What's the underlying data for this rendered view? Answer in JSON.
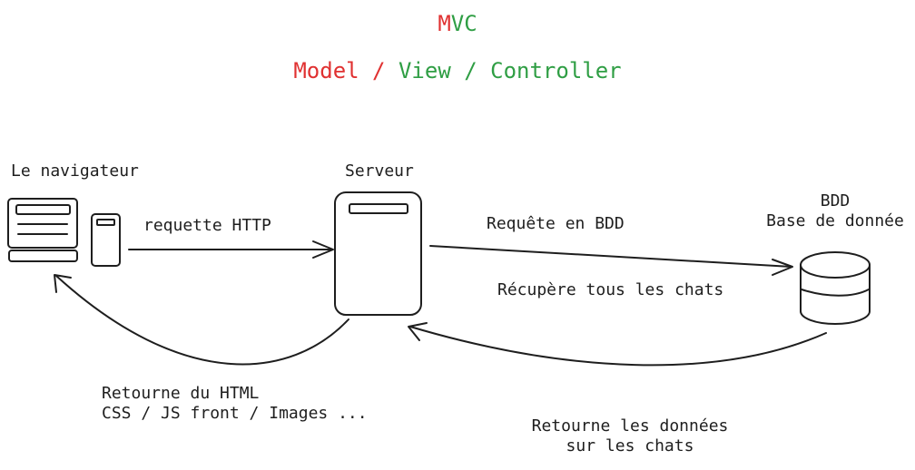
{
  "title": {
    "mvc_m": "M",
    "mvc_vc": "VC",
    "model": "Model",
    "sep1": " / ",
    "view": "View",
    "sep2": " / ",
    "controller": "Controller"
  },
  "nodes": {
    "browser": {
      "label": "Le navigateur"
    },
    "server": {
      "label": "Serveur"
    },
    "database": {
      "label_line1": "BDD",
      "label_line2": "Base de donnée"
    }
  },
  "edges": {
    "http_request": {
      "label": "requette HTTP"
    },
    "db_query": {
      "label": "Requête en BDD"
    },
    "fetch_cats": {
      "label": "Récupère tous les chats"
    },
    "return_html": {
      "label_line1": "Retourne du HTML",
      "label_line2": "CSS / JS front / Images ..."
    },
    "return_data": {
      "label_line1": "Retourne les données",
      "label_line2": "sur les chats"
    }
  },
  "colors": {
    "model": "#e03131",
    "view_controller": "#2f9e44",
    "stroke": "#1e1e1e"
  }
}
